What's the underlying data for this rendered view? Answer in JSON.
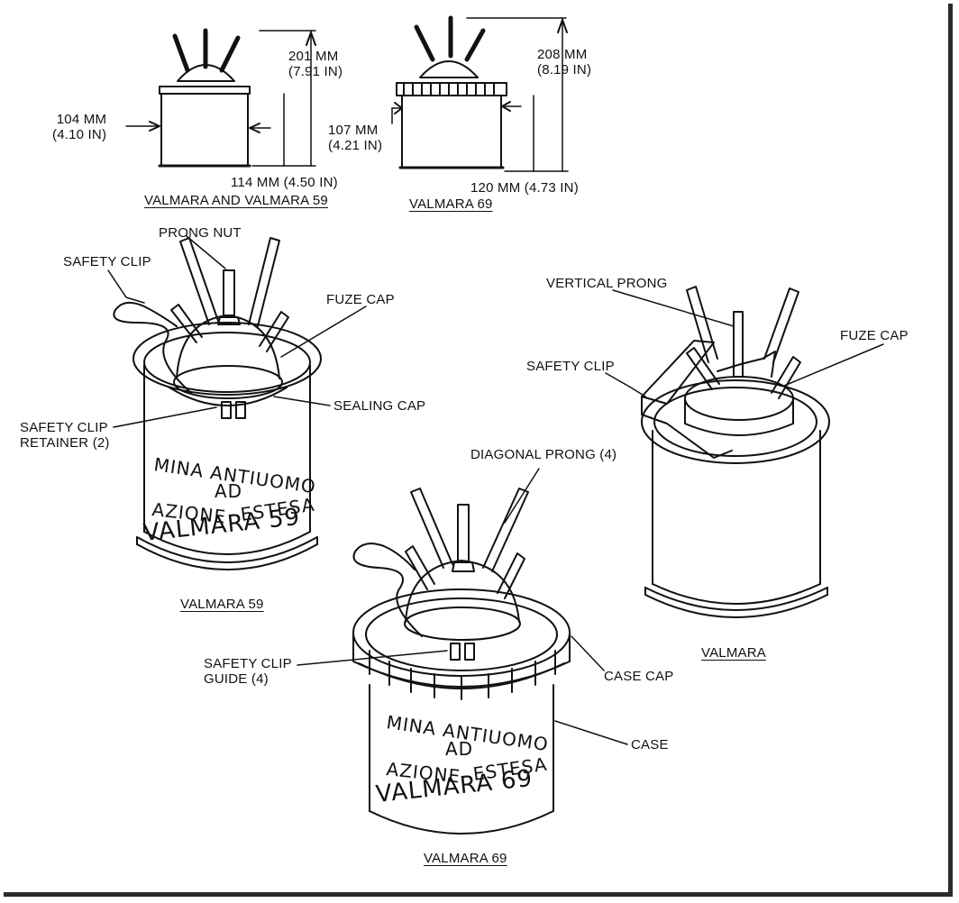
{
  "colors": {
    "ink": "#111111",
    "paper": "#ffffff",
    "frame": "#2b2b2b"
  },
  "dims": {
    "h59_line1": "201 MM",
    "h59_line2": "(7.91 IN)",
    "w59_line1": "104 MM",
    "w59_line2": "(4.10 IN)",
    "b59": "114 MM (4.50 IN)",
    "cap_top_left": "VALMARA AND VALMARA 59",
    "h69_line1": "208 MM",
    "h69_line2": "(8.19 IN)",
    "w69_line1": "107 MM",
    "w69_line2": "(4.21 IN)",
    "b69": "120 MM (4.73 IN)",
    "cap_top_right": "VALMARA 69"
  },
  "labels": {
    "prong_nut": "PRONG NUT",
    "safety_clip": "SAFETY CLIP",
    "fuze_cap": "FUZE CAP",
    "sealing_cap": "SEALING CAP",
    "retainer_line1": "SAFETY CLIP",
    "retainer_line2": "RETAINER (2)",
    "vertical_prong": "VERTICAL PRONG",
    "safety_clip_r": "SAFETY CLIP",
    "fuze_cap_r": "FUZE CAP",
    "diagonal_prong": "DIAGONAL PRONG (4)",
    "guide_line1": "SAFETY CLIP",
    "guide_line2": "GUIDE (4)",
    "case_cap": "CASE CAP",
    "case": "CASE"
  },
  "captions": {
    "valmara59": "VALMARA 59",
    "valmara": "VALMARA",
    "valmara69": "VALMARA 69"
  },
  "markings59": {
    "line1": "MINA ANTIUOMO",
    "line2": "AD",
    "line3a": "AZIONE",
    "line3b": "ESTESA",
    "line4": "VALMARA 59"
  },
  "markings69": {
    "line1": "MINA ANTIUOMO",
    "line2": "AD",
    "line3a": "AZIONE",
    "line3b": "ESTESA",
    "line4": "VALMARA 69"
  }
}
